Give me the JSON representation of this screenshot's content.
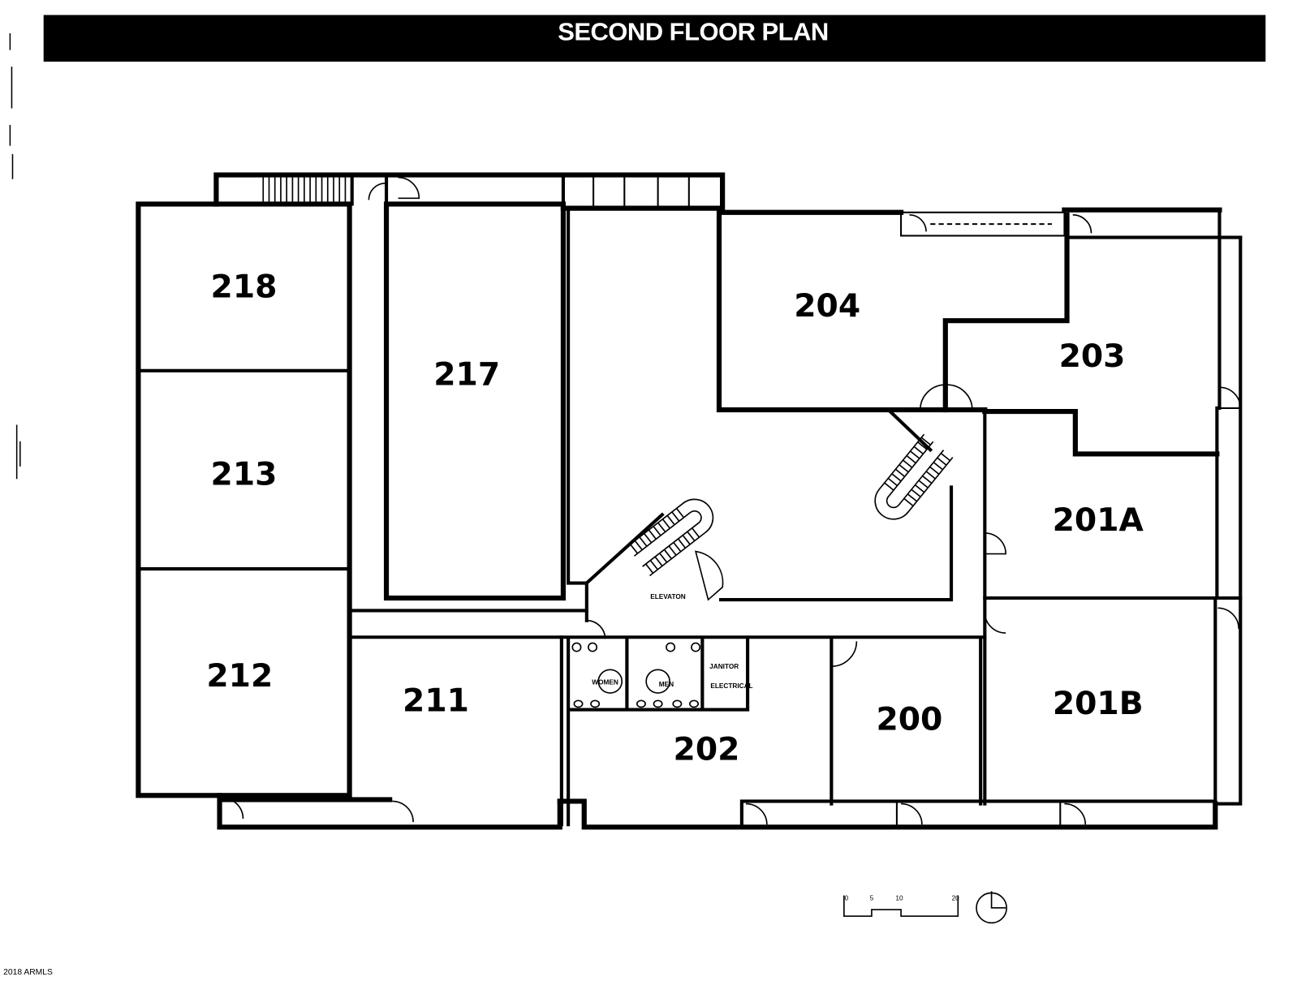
{
  "title": "SECOND FLOOR PLAN",
  "rooms": {
    "r218": "218",
    "r217": "217",
    "r204": "204",
    "r203": "203",
    "r213": "213",
    "r201a": "201A",
    "r212": "212",
    "r211": "211",
    "r202": "202",
    "r200": "200",
    "r201b": "201B"
  },
  "fixtures": {
    "elevator": "ELEVATON",
    "women": "WOMEN",
    "men": "MEN",
    "janitor": "JANITOR",
    "electrical": "ELECTRICAL"
  },
  "scale_bar": {
    "ticks": [
      "0",
      "5",
      "10",
      "20"
    ]
  },
  "copyright": "2018 ARMLS",
  "icons": {
    "north_arrow": "north-arrow-icon",
    "stairs": "stairs-icon"
  },
  "colors": {
    "ink": "#000000",
    "paper": "#ffffff",
    "title_bar": "#000000",
    "title_text": "#ffffff"
  }
}
